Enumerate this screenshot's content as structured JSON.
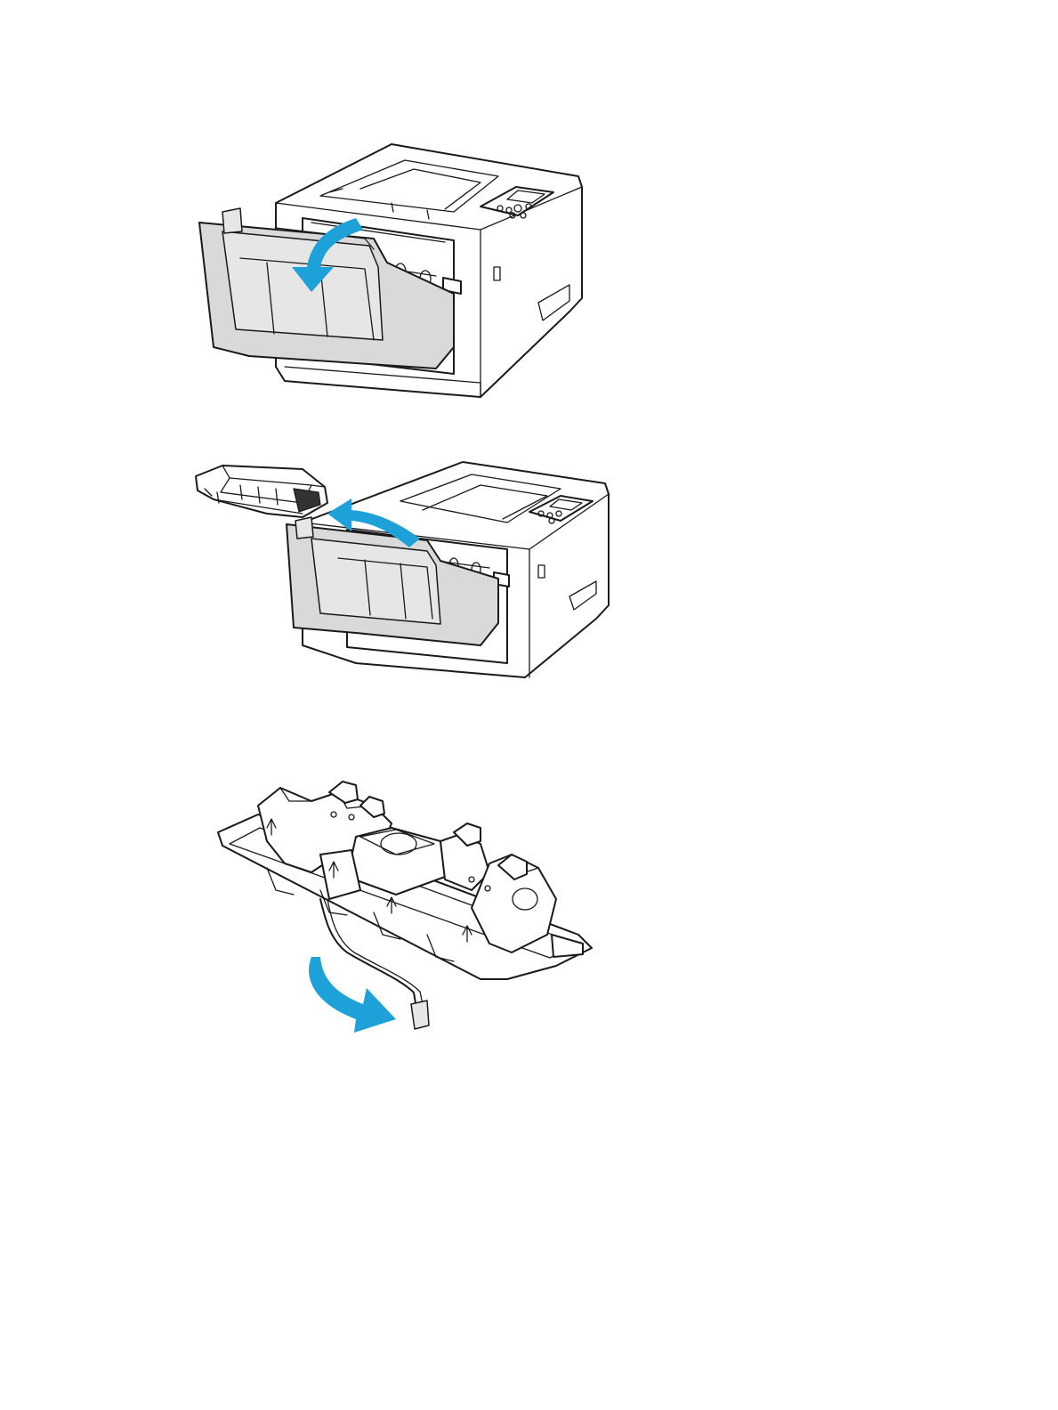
{
  "page": {
    "figures": [
      {
        "id": "open-front-door",
        "icon": "printer-open-door-illustration"
      },
      {
        "id": "remove-toner-cartridge",
        "icon": "printer-remove-cartridge-illustration"
      },
      {
        "id": "remove-packing-tray",
        "icon": "packing-tray-pull-strip-illustration"
      }
    ]
  },
  "colors": {
    "arrow": "#1da1d8",
    "door": "#d9d9d9",
    "outline": "#1a1a1a",
    "background": "#ffffff"
  }
}
